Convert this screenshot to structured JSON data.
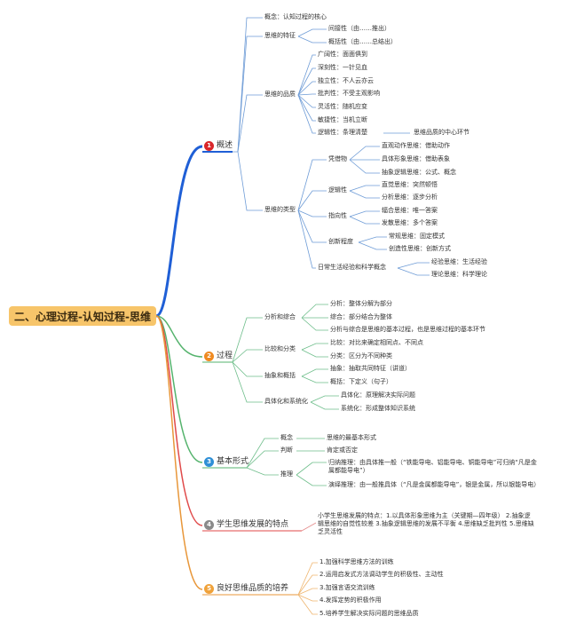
{
  "root": {
    "title": "二、心理过程-认知过程-思维"
  },
  "branches": {
    "b1": {
      "num": "1",
      "label": "概述",
      "color": "#d9262a"
    },
    "b2": {
      "num": "2",
      "label": "过程",
      "color": "#ef8a21"
    },
    "b3": {
      "num": "3",
      "label": "基本形式",
      "color": "#2f8fd6"
    },
    "b4": {
      "num": "4",
      "label": "学生思维发展的特点",
      "color": "#8a8a8a"
    },
    "b5": {
      "num": "5",
      "label": "良好思维品质的培养",
      "color": "#f0a23a"
    }
  },
  "gaishu": {
    "core": "概念：认知过程的核心",
    "tezheng": {
      "label": "思维的特征",
      "items": [
        "间接性（由……推出）",
        "概括性（由……总结出）"
      ]
    },
    "pinzhi": {
      "label": "思维的品质",
      "items": [
        "广阔性：面面俱到",
        "深刻性：一针见血",
        "独立性：不人云亦云",
        "批判性：不受主观影响",
        "灵活性：随机应变",
        "敏捷性：当机立断",
        "逻辑性：条理清楚"
      ],
      "note": "思维品质的中心环节"
    },
    "leixing": {
      "label": "思维的类型",
      "groups": [
        {
          "label": "凭借物",
          "items": [
            "直观动作思维：借助动作",
            "具体形象思维：借助表象",
            "抽象逻辑思维：公式、概念"
          ]
        },
        {
          "label": "逻辑性",
          "items": [
            "直觉思维：突然顿悟",
            "分析思维：逐步分析"
          ]
        },
        {
          "label": "指向性",
          "items": [
            "辐合思维：唯一答案",
            "发散思维：多个答案"
          ]
        },
        {
          "label": "创新程度",
          "items": [
            "常规思维：固定模式",
            "创造性思维：创新方式"
          ]
        },
        {
          "label": "日常生活经验和科学概念",
          "items": [
            "经验思维：生活经验",
            "理论思维：科学理论"
          ]
        }
      ]
    }
  },
  "guocheng": {
    "groups": [
      {
        "label": "分析和综合",
        "items": [
          "分析：整体分解为部分",
          "综合：部分结合为整体",
          "分析与综合是思维的基本过程，也是思维过程的基本环节"
        ]
      },
      {
        "label": "比较和分类",
        "items": [
          "比较：对比来确定相同点、不同点",
          "分类：区分为不同种类"
        ]
      },
      {
        "label": "抽象和概括",
        "items": [
          "抽象：抽取共同特征（讲道）",
          "概括：下定义（句子）"
        ]
      },
      {
        "label": "具体化和系统化",
        "items": [
          "具体化：原理解决实际问题",
          "系统化：形成整体知识系统"
        ]
      }
    ]
  },
  "xingshi": {
    "gainian": {
      "label": "概念",
      "item": "思维的最基本形式"
    },
    "panduan": {
      "label": "判断",
      "item": "肯定或否定"
    },
    "tuili": {
      "label": "推理",
      "guina": "归纳推理：由具体推一般（“铁能导电、铝能导电、铜能导电”可归纳“凡是金属都能导电”）",
      "yanyi": "演绎推理：由一般推具体（“凡是金属都能导电”，银是金属，所以银能导电）"
    }
  },
  "tedian": {
    "text": "小学生思维发展的特点：1.以具体形象思维为主（关键期—四年级） 2.抽象逻辑思维的自觉性较差 3.抽象逻辑思维的发展不平衡 4.思维缺乏批判性 5.思维缺乏灵活性"
  },
  "peiyang": {
    "items": [
      "1.加强科学思维方法的训练",
      "2.运用启发式方法调动学生的积极性、主动性",
      "3.加强言语交流训练",
      "4.发挥定势的积极作用",
      "5.培养学生解决实际问题的思维品质"
    ]
  }
}
